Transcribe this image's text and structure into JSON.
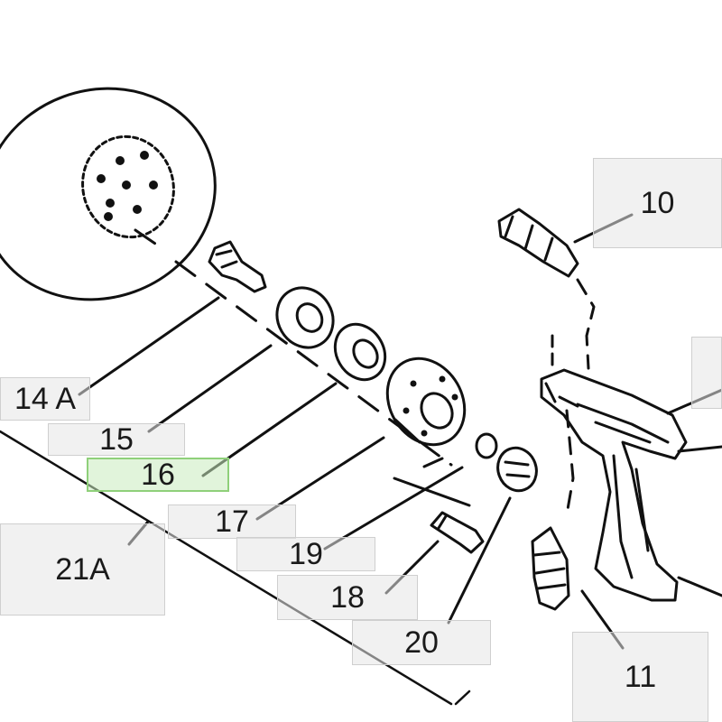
{
  "callouts": {
    "c10": "10",
    "c14a": "14 A",
    "c15": "15",
    "c16": "16",
    "c17": "17",
    "c19": "19",
    "c21a": "21A",
    "c18": "18",
    "c20": "20",
    "c11": "11"
  },
  "highlighted_callout": "16",
  "colors": {
    "line": "#111111",
    "highlight_border": "#8fd07a",
    "highlight_fill": "#c8ebbe"
  }
}
